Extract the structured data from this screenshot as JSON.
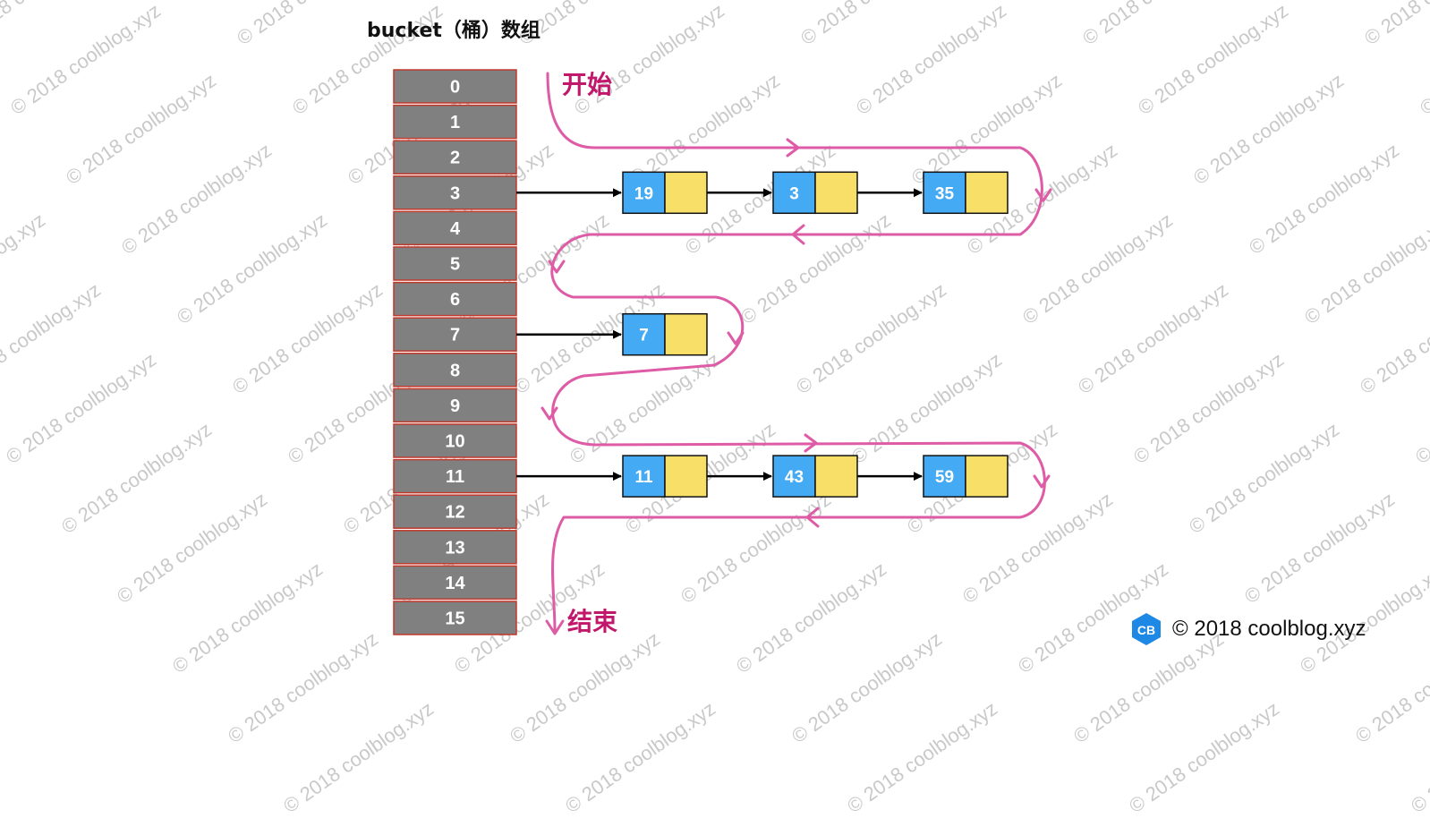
{
  "title": "bucket（桶）数组",
  "buckets": [
    "0",
    "1",
    "2",
    "3",
    "4",
    "5",
    "6",
    "7",
    "8",
    "9",
    "10",
    "11",
    "12",
    "13",
    "14",
    "15"
  ],
  "chains": [
    {
      "bucket": 3,
      "nodes": [
        "19",
        "3",
        "35"
      ]
    },
    {
      "bucket": 7,
      "nodes": [
        "7"
      ]
    },
    {
      "bucket": 11,
      "nodes": [
        "11",
        "43",
        "59"
      ]
    }
  ],
  "start_label": "开始",
  "end_label": "结束",
  "watermark": "© 2018 coolblog.xyz",
  "logo_text": "CB",
  "footer_text": "© 2018 coolblog.xyz",
  "colors": {
    "bucket_fill": "#808080",
    "bucket_border": "#c0392b",
    "node_key": "#44aaf4",
    "node_value": "#f8df68",
    "traversal_path": "#de5ba6",
    "label_color": "#c2186b",
    "logo": "#1e88e5"
  }
}
